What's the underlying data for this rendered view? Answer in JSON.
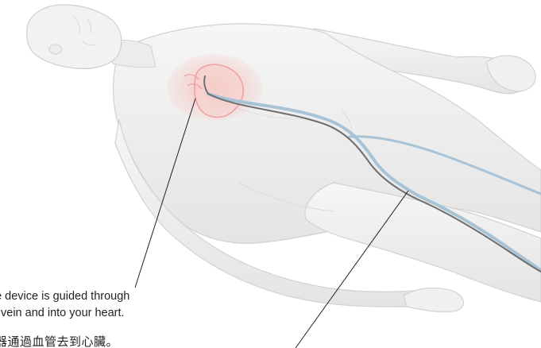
{
  "diagram": {
    "captions": {
      "english_line_1": "he device is guided through",
      "english_line_2": "vein and into your heart.",
      "chinese_line": "器通過血管去到心臟。"
    },
    "colors": {
      "body_fill": "#efefef",
      "body_outline": "#d2d2d2",
      "heart_highlight": "#f2a0a0",
      "vein": "#a9c3d6",
      "catheter": "#6e6e6e",
      "leader_line": "#231f20"
    }
  }
}
